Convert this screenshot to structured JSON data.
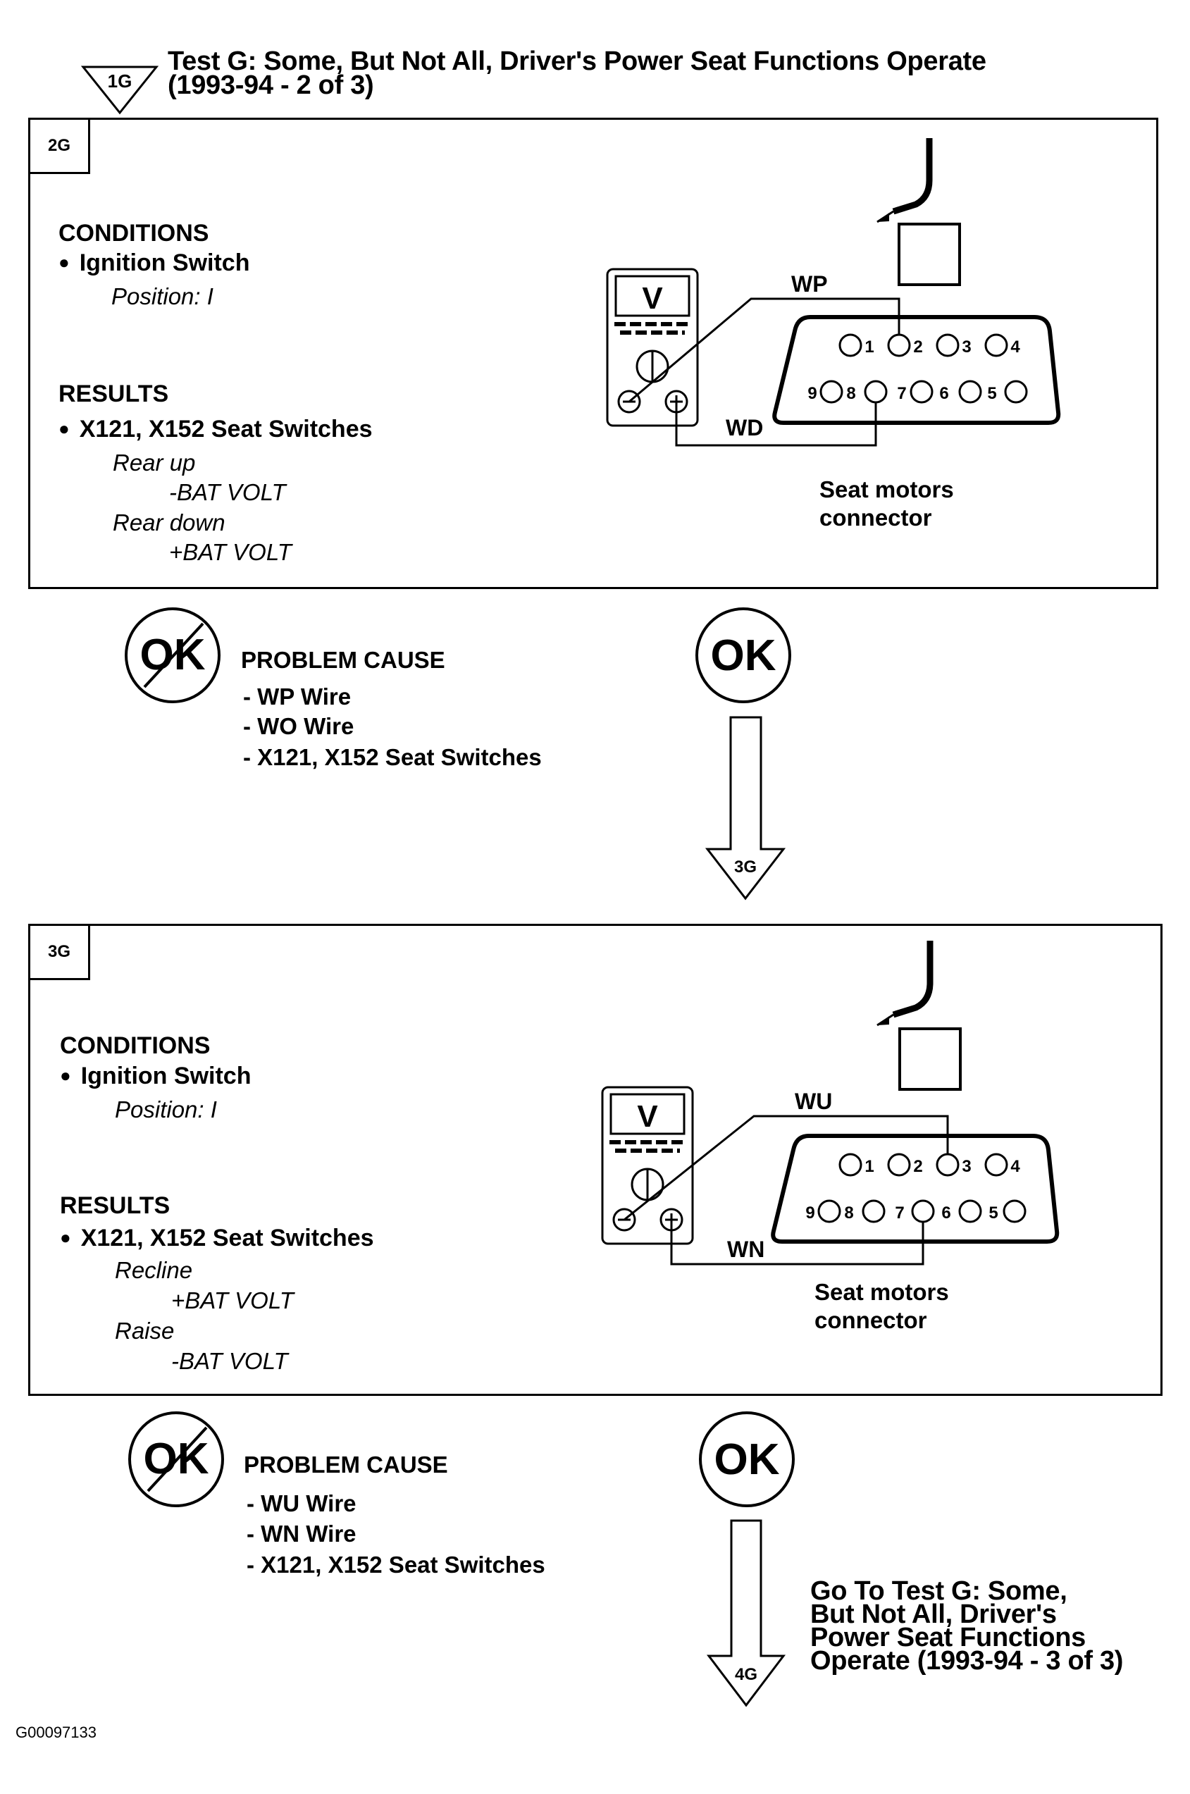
{
  "header": {
    "ref": "1G",
    "title_line1": "Test G: Some, But Not All, Driver's Power Seat Functions Operate",
    "title_line2": "(1993-94 - 2 of 3)"
  },
  "step2": {
    "tag": "2G",
    "conditions_label": "CONDITIONS",
    "condition_item": "Ignition Switch",
    "condition_value": "Position: I",
    "results_label": "RESULTS",
    "results_item": "X121, X152 Seat Switches",
    "r1_label": "Rear up",
    "r1_value": "-BAT VOLT",
    "r2_label": "Rear down",
    "r2_value": "+BAT VOLT",
    "meter_letter": "V",
    "wire_top": "WP",
    "wire_bottom": "WD",
    "pins_top": [
      "1",
      "2",
      "3",
      "4"
    ],
    "pins_bottom": [
      "9",
      "8",
      "7",
      "6",
      "5"
    ],
    "caption_line1": "Seat motors",
    "caption_line2": "connector"
  },
  "branch2": {
    "notok_symbol": "OK",
    "ok_symbol": "OK",
    "problem_label": "PROBLEM CAUSE",
    "causes": [
      "- WP  Wire",
      "- WO  Wire",
      "- X121, X152 Seat Switches"
    ],
    "next_tag": "3G"
  },
  "step3": {
    "tag": "3G",
    "conditions_label": "CONDITIONS",
    "condition_item": "Ignition Switch",
    "condition_value": "Position: I",
    "results_label": "RESULTS",
    "results_item": "X121, X152 Seat Switches",
    "r1_label": "Recline",
    "r1_value": "+BAT VOLT",
    "r2_label": "Raise",
    "r2_value": "-BAT VOLT",
    "meter_letter": "V",
    "wire_top": "WU",
    "wire_bottom": "WN",
    "pins_top": [
      "1",
      "2",
      "3",
      "4"
    ],
    "pins_bottom": [
      "9",
      "8",
      "7",
      "6",
      "5"
    ],
    "caption_line1": "Seat motors",
    "caption_line2": "connector"
  },
  "branch3": {
    "notok_symbol": "OK",
    "ok_symbol": "OK",
    "problem_label": "PROBLEM CAUSE",
    "causes": [
      "- WU  Wire",
      "- WN  Wire",
      "- X121, X152 Seat Switches"
    ],
    "next_tag": "4G",
    "goto_line1": "Go To Test G: Some,",
    "goto_line2": "But Not All, Driver's",
    "goto_line3": "Power Seat Functions",
    "goto_line4": "Operate (1993-94 - 3 of 3)"
  },
  "footer_code": "G00097133"
}
